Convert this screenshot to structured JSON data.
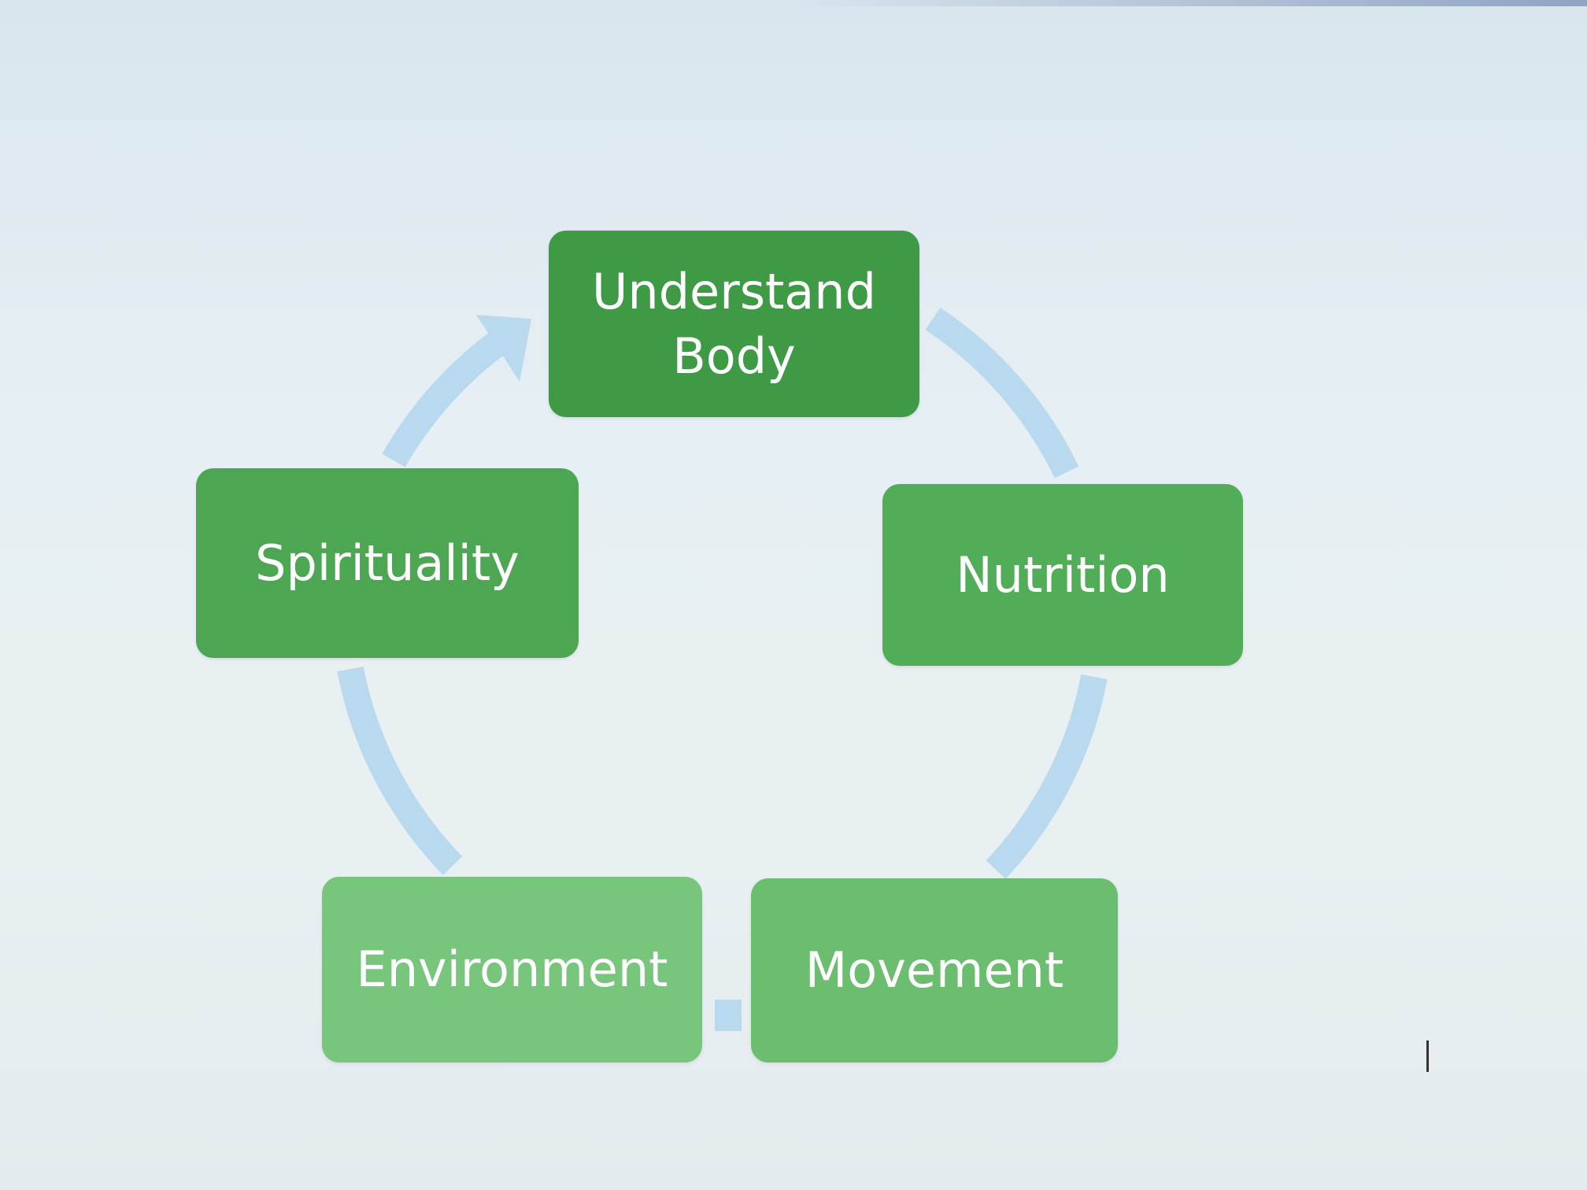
{
  "diagram": {
    "type": "cycle",
    "nodes": [
      {
        "id": "understand-body",
        "line1": "Understand",
        "line2": "Body"
      },
      {
        "id": "nutrition",
        "label": "Nutrition"
      },
      {
        "id": "movement",
        "label": "Movement"
      },
      {
        "id": "environment",
        "label": "Environment"
      },
      {
        "id": "spirituality",
        "label": "Spirituality"
      }
    ],
    "colors": {
      "node": "#4ca652",
      "arrow": "#b9d9ef",
      "background": "#e6eff3"
    }
  }
}
